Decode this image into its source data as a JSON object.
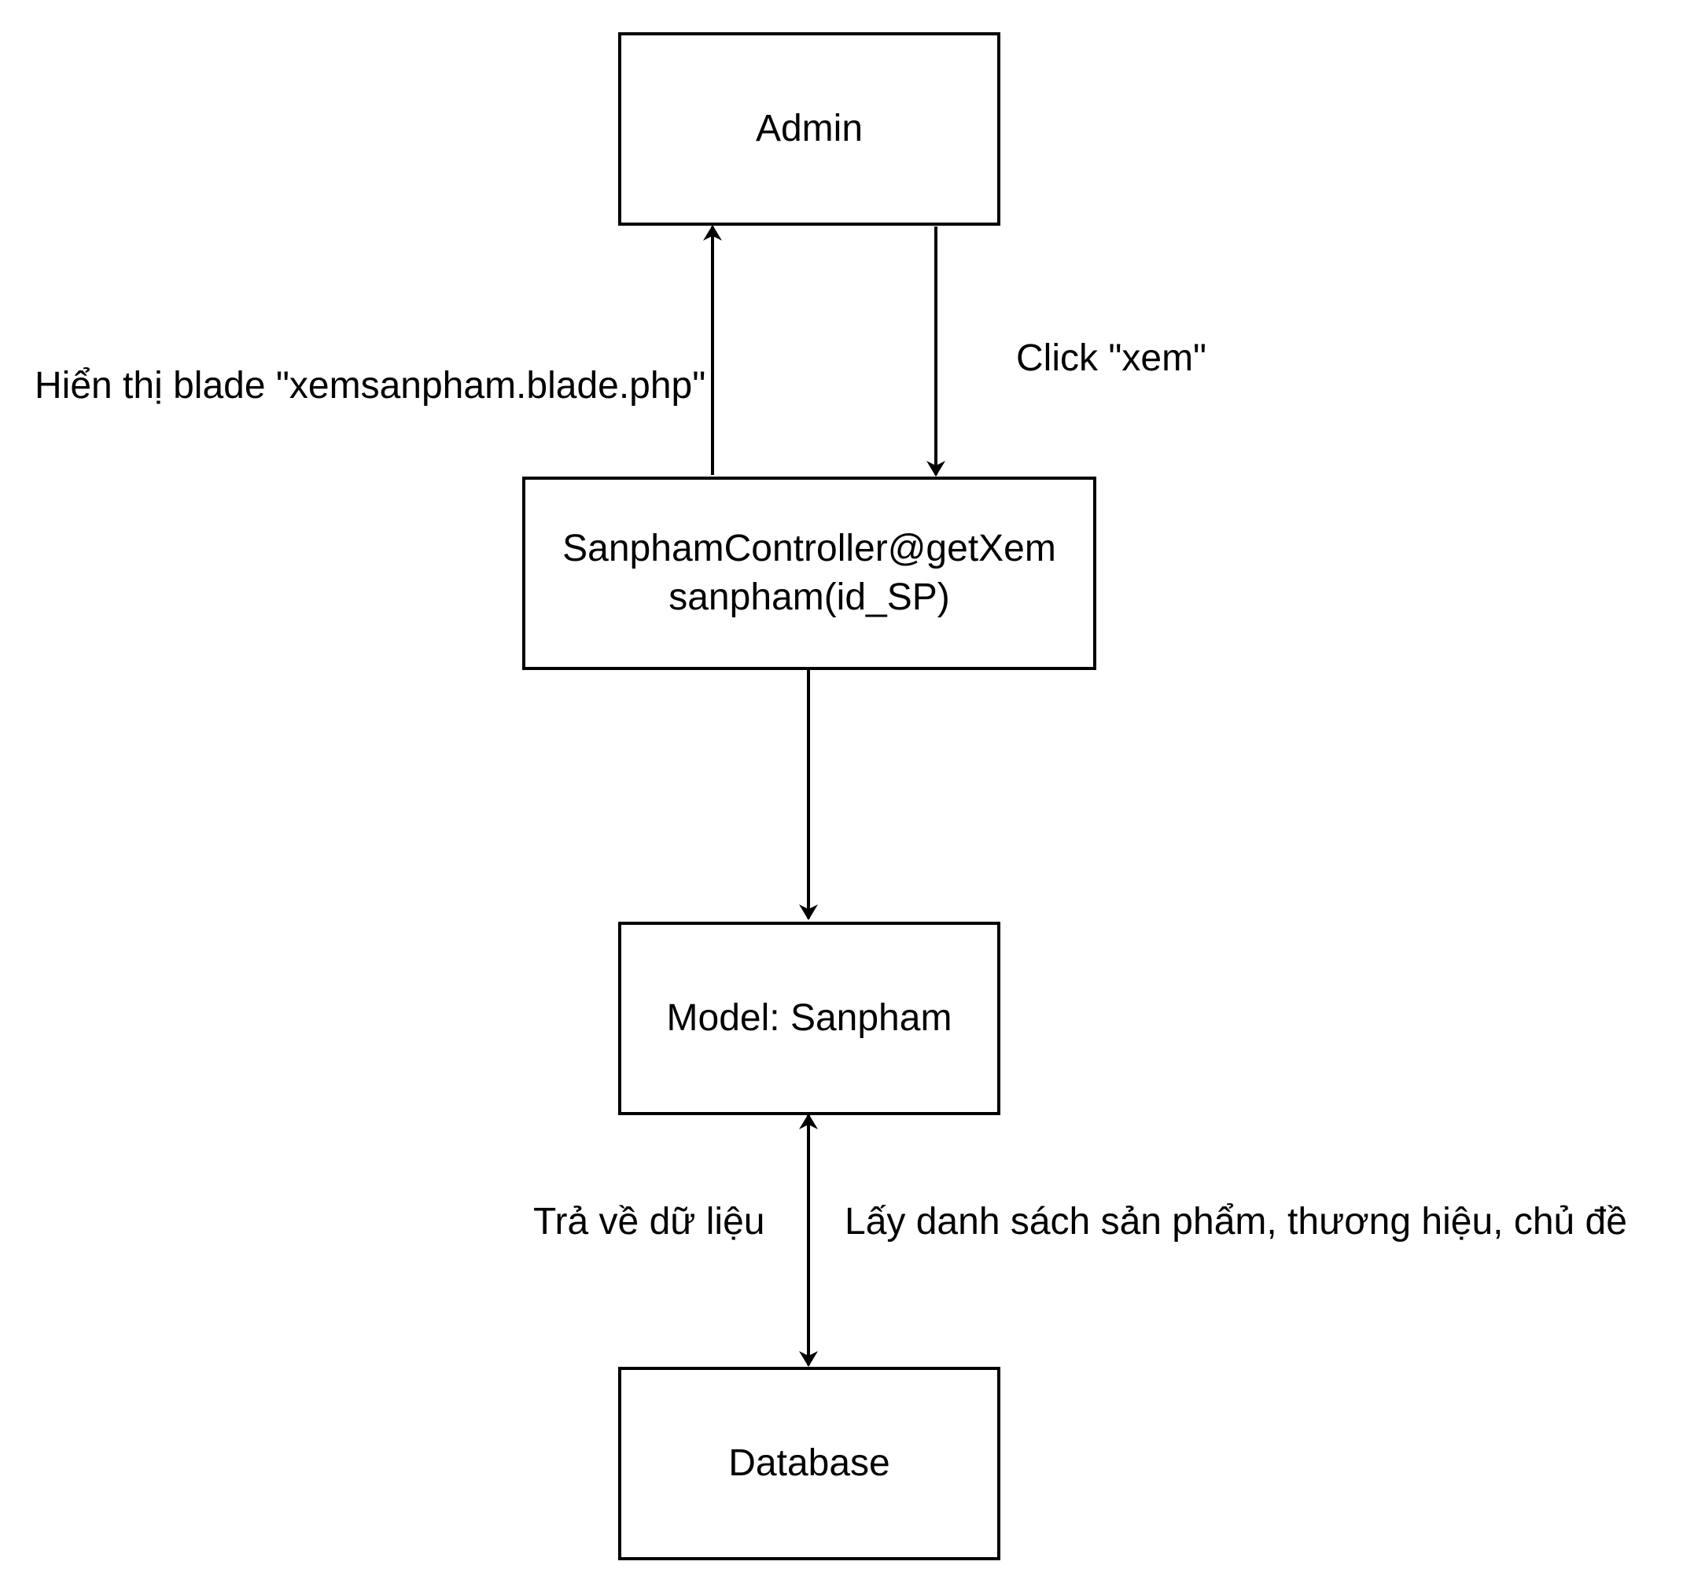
{
  "nodes": {
    "admin": {
      "label": "Admin"
    },
    "controller": {
      "line1": "SanphamController@getXem",
      "line2": "sanpham(id_SP)"
    },
    "model": {
      "label": "Model: Sanpham"
    },
    "database": {
      "label": "Database"
    }
  },
  "edge_labels": {
    "show_view": "Hiển thị blade \"xemsanpham.blade.php\"",
    "click_view": "Click \"xem\"",
    "return_data": "Trả về dữ liệu",
    "fetch_lists": "Lấy danh sách sản phẩm, thương hiệu, chủ đề"
  },
  "colors": {
    "stroke": "#000000",
    "background": "#ffffff"
  }
}
